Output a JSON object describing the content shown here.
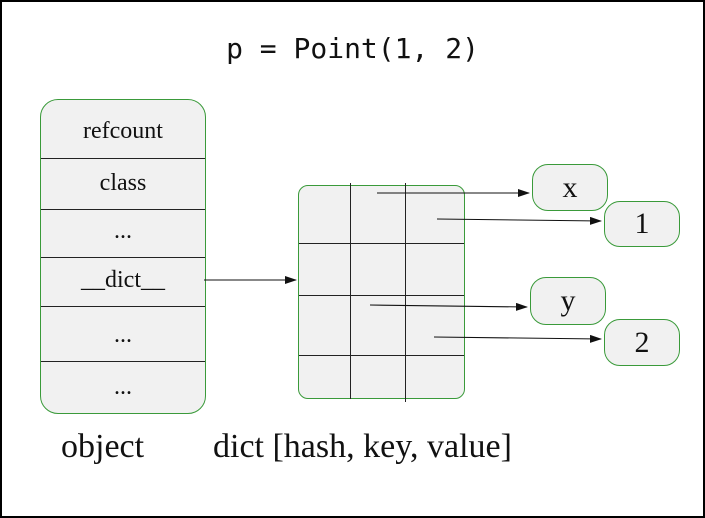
{
  "title": "p = Point(1, 2)",
  "object": {
    "fields": [
      "refcount",
      "class",
      "...",
      "__dict__",
      "...",
      "..."
    ]
  },
  "values": {
    "key_x": "x",
    "value_1": "1",
    "key_y": "y",
    "value_2": "2"
  },
  "captions": {
    "object": "object",
    "dict": "dict [hash, key, value]"
  },
  "colors": {
    "box_border": "#3a9a3a",
    "box_fill": "#f1f1f1"
  }
}
